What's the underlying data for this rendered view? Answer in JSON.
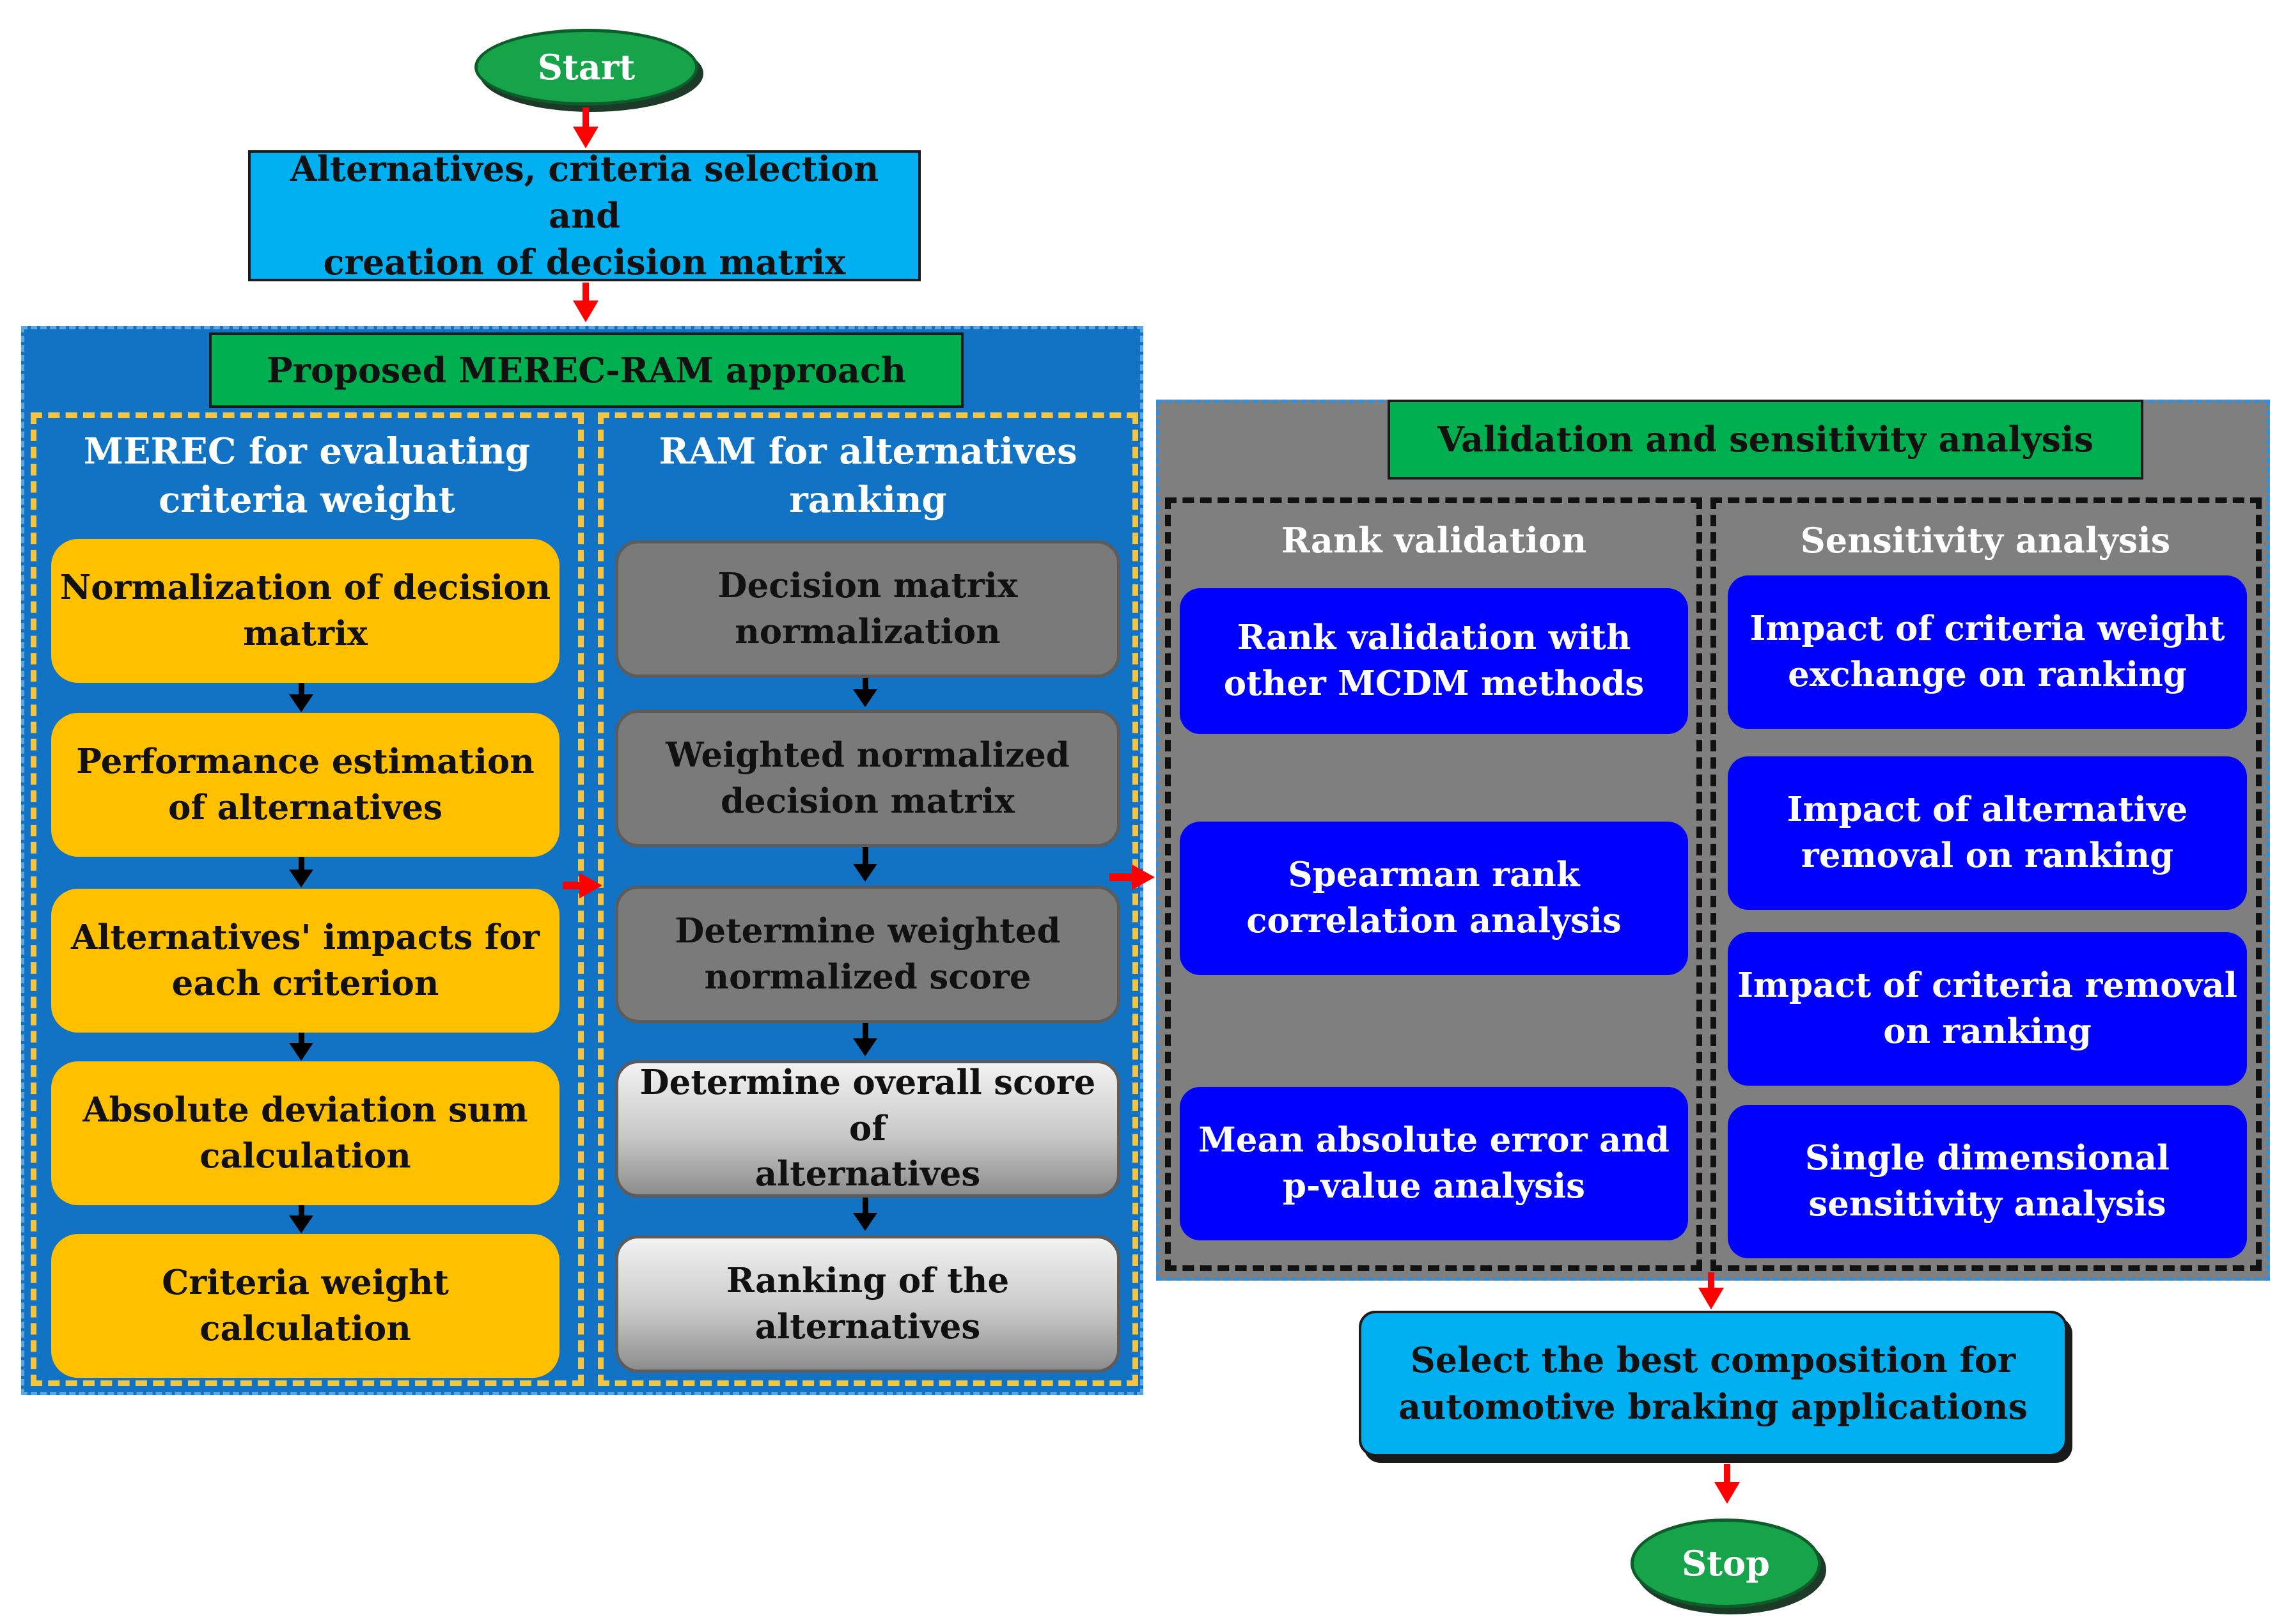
{
  "start": {
    "label": "Start"
  },
  "stop": {
    "label": "Stop"
  },
  "input_box": {
    "label": "Alternatives, criteria selection and\ncreation of decision matrix"
  },
  "approach": {
    "title": "Proposed MEREC-RAM approach"
  },
  "merec": {
    "heading": "MEREC for evaluating\ncriteria weight",
    "steps": [
      "Normalization of decision\nmatrix",
      "Performance estimation\nof alternatives",
      "Alternatives' impacts for\neach criterion",
      "Absolute deviation sum\ncalculation",
      "Criteria weight\ncalculation"
    ]
  },
  "ram": {
    "heading": "RAM for alternatives\nranking",
    "steps": [
      "Decision matrix\nnormalization",
      "Weighted normalized\ndecision matrix",
      "Determine weighted\nnormalized score",
      "Determine overall score of\nalternatives",
      "Ranking of the\nalternatives"
    ]
  },
  "validation": {
    "title": "Validation and sensitivity analysis",
    "rank_validation": {
      "heading": "Rank validation",
      "items": [
        "Rank validation with\nother MCDM methods",
        "Spearman rank\ncorrelation analysis",
        "Mean absolute error and\np-value analysis"
      ]
    },
    "sensitivity": {
      "heading": "Sensitivity analysis",
      "items": [
        "Impact of criteria weight\nexchange on ranking",
        "Impact of alternative\nremoval on ranking",
        "Impact of criteria removal\non ranking",
        "Single dimensional\nsensitivity analysis"
      ]
    }
  },
  "result": {
    "label": "Select the best composition for\nautomotive braking applications"
  },
  "colors": {
    "arrow_red": "#ff0000",
    "arrow_black": "#000000",
    "panel_blue": "#1273c4",
    "panel_gray": "#7f7f7f",
    "step_orange": "#ffc000",
    "step_navy": "#0000ff",
    "box_cyan": "#00b0f0",
    "label_green": "#00b050"
  }
}
